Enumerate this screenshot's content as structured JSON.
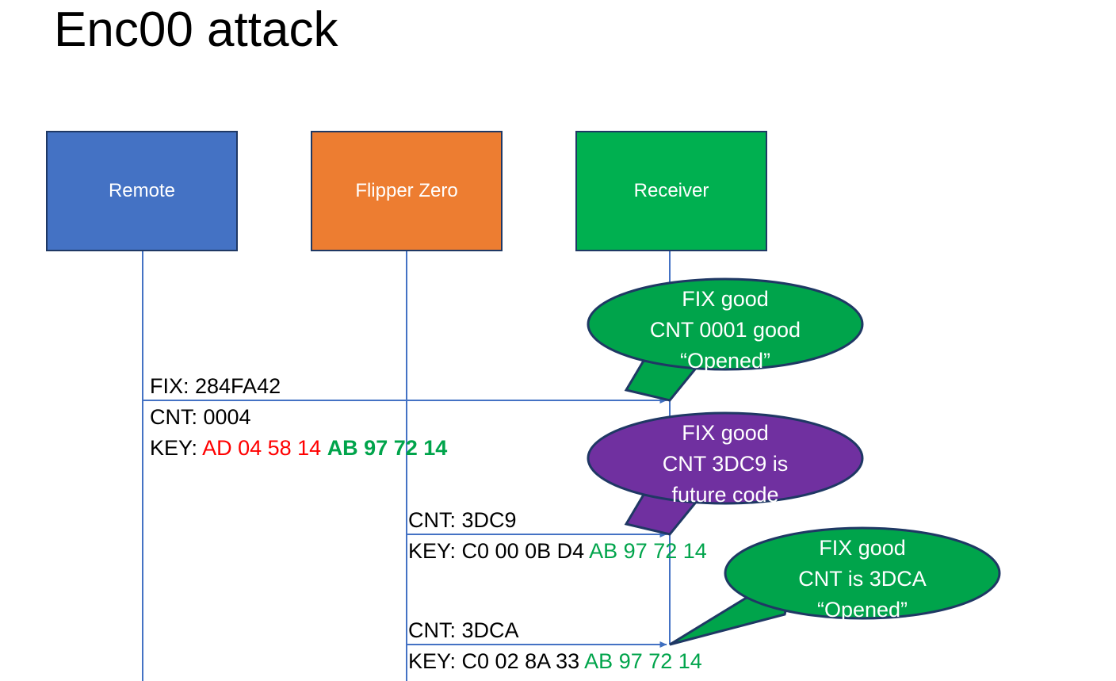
{
  "slide": {
    "title": "Enc00 attack",
    "background": "#FFFFFF"
  },
  "colors": {
    "remote_blue": "#4472C4",
    "flipper_orange": "#ED7D31",
    "receiver_green": "#00B050",
    "bubble_green": "#00A44B",
    "bubble_purple": "#7030A0",
    "outline_navy": "#1F3864",
    "lifeline_blue": "#4472C4",
    "key_red": "#FF0000",
    "key_green": "#00A44B",
    "text_black": "#000000",
    "text_white": "#FFFFFF"
  },
  "actors": [
    {
      "id": "remote",
      "label": "Remote",
      "fill": "#4472C4"
    },
    {
      "id": "flipper",
      "label": "Flipper Zero",
      "fill": "#ED7D31"
    },
    {
      "id": "receiver",
      "label": "Receiver",
      "fill": "#00B050"
    }
  ],
  "messages": [
    {
      "id": "msg-1",
      "from": "remote",
      "to": "receiver",
      "line1": "FIX: 284FA42",
      "line2": "CNT: 0004",
      "key_prefix": "KEY: ",
      "key_red": "AD 04 58 14",
      "key_green": "AB 97 72 14"
    },
    {
      "id": "msg-2",
      "from": "flipper",
      "to": "receiver",
      "line1": "CNT: 3DC9",
      "key_prefix": "KEY: C0 00 0B D4 ",
      "key_green": "AB 97 72 14"
    },
    {
      "id": "msg-3",
      "from": "flipper",
      "to": "receiver",
      "line1": "CNT: 3DCA",
      "key_prefix": "KEY: C0 02 8A 33 ",
      "key_green": "AB 97 72 14"
    }
  ],
  "bubbles": [
    {
      "id": "bubble-1",
      "fill": "#00A44B",
      "line1": "FIX good",
      "line2": "CNT 0001 good",
      "line3": "“Opened”"
    },
    {
      "id": "bubble-2",
      "fill": "#7030A0",
      "line1": "FIX good",
      "line2": "CNT 3DC9 is",
      "line3": "future code"
    },
    {
      "id": "bubble-3",
      "fill": "#00A44B",
      "line1": "FIX good",
      "line2": "CNT is 3DCA",
      "line3": "“Opened”"
    }
  ]
}
